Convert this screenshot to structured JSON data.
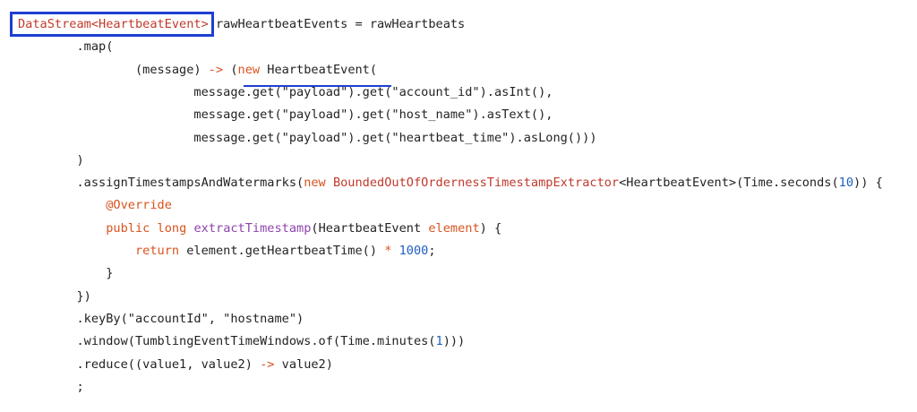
{
  "colors": {
    "plain": "#222222",
    "type": "#c0392b",
    "keyword": "#d9531e",
    "method": "#8e44ad",
    "number": "#1f5fc0",
    "annotation": "#d9531e",
    "highlight": "#1f3fd1"
  },
  "code": {
    "lines": [
      {
        "name": "code-line-declaration",
        "tokens": [
          {
            "t": "DataStream<HeartbeatEvent>",
            "c": "type"
          },
          {
            "t": " rawHeartbeatEvents = rawHeartbeats",
            "c": "plain"
          }
        ]
      },
      {
        "name": "code-line-map",
        "tokens": [
          {
            "t": "        .map(",
            "c": "plain"
          }
        ]
      },
      {
        "name": "code-line-lambda",
        "tokens": [
          {
            "t": "                (message) ",
            "c": "plain"
          },
          {
            "t": "->",
            "c": "keyword"
          },
          {
            "t": " (",
            "c": "plain"
          },
          {
            "t": "new",
            "c": "keyword"
          },
          {
            "t": " HeartbeatEvent(",
            "c": "plain"
          }
        ]
      },
      {
        "name": "code-line-account-id",
        "tokens": [
          {
            "t": "                        message.get(\"payload\").get(\"account_id\").asInt(),",
            "c": "plain"
          }
        ]
      },
      {
        "name": "code-line-host-name",
        "tokens": [
          {
            "t": "                        message.get(\"payload\").get(\"host_name\").asText(),",
            "c": "plain"
          }
        ]
      },
      {
        "name": "code-line-heartbeat-time",
        "tokens": [
          {
            "t": "                        message.get(\"payload\").get(\"heartbeat_time\").asLong()))",
            "c": "plain"
          }
        ]
      },
      {
        "name": "code-line-map-close",
        "tokens": [
          {
            "t": "        )",
            "c": "plain"
          }
        ]
      },
      {
        "name": "code-line-assign-timestamps",
        "tokens": [
          {
            "t": "        .assignTimestampsAndWatermarks(",
            "c": "plain"
          },
          {
            "t": "new",
            "c": "keyword"
          },
          {
            "t": " ",
            "c": "plain"
          },
          {
            "t": "BoundedOutOfOrdernessTimestampExtractor",
            "c": "type"
          },
          {
            "t": "<HeartbeatEvent>",
            "c": "plain"
          },
          {
            "t": "(Time.seconds(",
            "c": "plain"
          },
          {
            "t": "10",
            "c": "number"
          },
          {
            "t": ")) {",
            "c": "plain"
          }
        ]
      },
      {
        "name": "code-line-override",
        "tokens": [
          {
            "t": "            ",
            "c": "plain"
          },
          {
            "t": "@Override",
            "c": "annotation"
          }
        ]
      },
      {
        "name": "code-line-extract-timestamp",
        "tokens": [
          {
            "t": "            ",
            "c": "plain"
          },
          {
            "t": "public",
            "c": "keyword"
          },
          {
            "t": " ",
            "c": "plain"
          },
          {
            "t": "long",
            "c": "keyword"
          },
          {
            "t": " ",
            "c": "plain"
          },
          {
            "t": "extractTimestamp",
            "c": "method"
          },
          {
            "t": "(HeartbeatEvent ",
            "c": "plain"
          },
          {
            "t": "element",
            "c": "keyword"
          },
          {
            "t": ") {",
            "c": "plain"
          }
        ]
      },
      {
        "name": "code-line-return",
        "tokens": [
          {
            "t": "                ",
            "c": "plain"
          },
          {
            "t": "return",
            "c": "keyword"
          },
          {
            "t": " element.getHeartbeatTime() ",
            "c": "plain"
          },
          {
            "t": "*",
            "c": "keyword"
          },
          {
            "t": " ",
            "c": "plain"
          },
          {
            "t": "1000",
            "c": "number"
          },
          {
            "t": ";",
            "c": "plain"
          }
        ]
      },
      {
        "name": "code-line-method-close",
        "tokens": [
          {
            "t": "            }",
            "c": "plain"
          }
        ]
      },
      {
        "name": "code-line-class-close",
        "tokens": [
          {
            "t": "        })",
            "c": "plain"
          }
        ]
      },
      {
        "name": "code-line-key-by",
        "tokens": [
          {
            "t": "        .keyBy(\"accountId\", \"hostname\")",
            "c": "plain"
          }
        ]
      },
      {
        "name": "code-line-window",
        "tokens": [
          {
            "t": "        .window(TumblingEventTimeWindows.of(Time.minutes(",
            "c": "plain"
          },
          {
            "t": "1",
            "c": "number"
          },
          {
            "t": ")))",
            "c": "plain"
          }
        ]
      },
      {
        "name": "code-line-reduce",
        "tokens": [
          {
            "t": "        .reduce((value1, value2) ",
            "c": "plain"
          },
          {
            "t": "->",
            "c": "keyword"
          },
          {
            "t": " value2)",
            "c": "plain"
          }
        ]
      },
      {
        "name": "code-line-terminator",
        "tokens": [
          {
            "t": "        ;",
            "c": "plain"
          }
        ]
      }
    ]
  }
}
